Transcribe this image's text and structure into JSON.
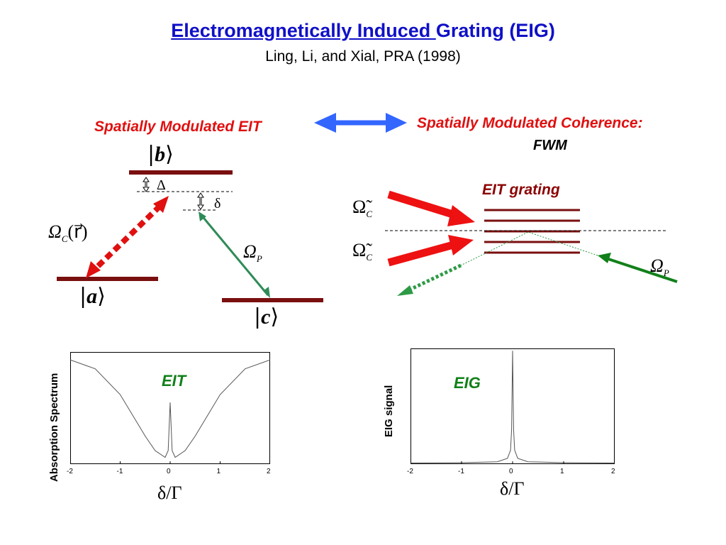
{
  "slide": {
    "title_underlined": "Electromagnetically Induced ",
    "title_rest": "Grating (EIG)",
    "subtitle": "Ling, Li, and Xial, PRA (1998)",
    "left_heading": "Spatially Modulated EIT",
    "right_heading": "Spatially Modulated Coherence:",
    "right_subheading": "FWM",
    "eit_grating_label": "EIT grating",
    "colors": {
      "title_blue": "#1010c8",
      "red": "#e01010",
      "dark_red": "#8b0000",
      "green": "#11801a",
      "double_arrow_blue": "#3366ff"
    }
  },
  "level_diagram": {
    "ket_b": "b",
    "ket_a": "a",
    "ket_c": "c",
    "delta_big": "Δ",
    "delta_small": "δ",
    "omega_c_r": "Ω",
    "omega_c_r_sub": "C",
    "omega_c_r_arg": "(r⃗)",
    "omega_p": "Ω",
    "omega_p_sub": "P"
  },
  "grating_diagram": {
    "omega_c1": "Ω̃",
    "omega_c1_sub": "C",
    "omega_c2": "Ω̃",
    "omega_c2_sub": "C",
    "omega_p": "Ω",
    "omega_p_sub": "P"
  },
  "chart_data": [
    {
      "type": "line",
      "title": "EIT",
      "xlabel": "δ/Γ",
      "ylabel": "Absorption Spectrum",
      "xlim": [
        -2,
        2
      ],
      "xticks": [
        "-2",
        "-1",
        "0",
        "1",
        "2"
      ],
      "y_ticks_shown": false,
      "series": [
        {
          "x": [
            -2,
            -1.5,
            -1,
            -0.5,
            -0.3,
            -0.1,
            -0.04,
            0,
            0.04,
            0.1,
            0.3,
            0.5,
            1,
            1.5,
            2
          ],
          "y": [
            0.93,
            0.85,
            0.62,
            0.25,
            0.12,
            0.06,
            0.12,
            0.55,
            0.12,
            0.06,
            0.12,
            0.25,
            0.62,
            0.85,
            0.93
          ]
        }
      ]
    },
    {
      "type": "line",
      "title": "EIG",
      "xlabel": "δ/Γ",
      "ylabel": "EIG signal",
      "xlim": [
        -2,
        2
      ],
      "xticks": [
        "-2",
        "-1",
        "0",
        "1",
        "2"
      ],
      "y_ticks_shown": false,
      "series": [
        {
          "x": [
            -2,
            -1,
            -0.3,
            -0.1,
            -0.04,
            -0.02,
            0,
            0.02,
            0.04,
            0.1,
            0.3,
            1,
            2
          ],
          "y": [
            0.01,
            0.012,
            0.02,
            0.05,
            0.12,
            0.3,
            0.98,
            0.3,
            0.12,
            0.05,
            0.02,
            0.012,
            0.01
          ]
        }
      ]
    }
  ]
}
